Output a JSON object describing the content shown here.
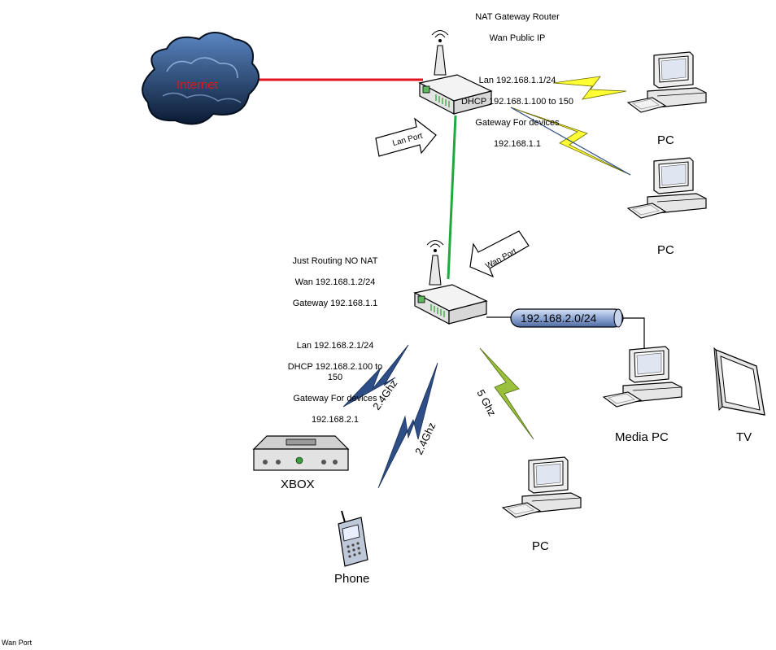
{
  "colors": {
    "internet_link": "#e0161e",
    "lan_link": "#1faa3d",
    "wifi_blue": "#2d4e86",
    "wifi_yellow": "#ffff33",
    "wifi_green": "#9abf3c",
    "subnet_pipe": "#8fa8d4"
  },
  "internet": {
    "label": "Internet",
    "icon": "cloud-icon"
  },
  "router1": {
    "title_lines": [
      "NAT Gateway Router",
      "Wan Public IP"
    ],
    "config_lines": [
      "Lan 192.168.1.1/24",
      "DHCP 192.168.1.100 to 150",
      "Gateway For devices",
      "192.168.1.1"
    ]
  },
  "router2": {
    "title_lines": [
      "Just Routing NO NAT",
      "Wan 192.168.1.2/24",
      "Gateway 192.168.1.1"
    ],
    "config_lines": [
      "Lan 192.168.2.1/24",
      "DHCP 192.168.2.100 to 150",
      "Gateway For devices",
      "192.168.2.1"
    ]
  },
  "arrows": {
    "lan_port": "Lan Port",
    "wan_port": "Wan Port"
  },
  "subnet": {
    "label": "192.168.2.0/24"
  },
  "wifi_labels": {
    "xbox_link": "2.4Ghz",
    "phone_link": "2.4Ghz",
    "pc_link": "5 Ghz"
  },
  "devices": {
    "pc_top": "PC",
    "pc_mid": "PC",
    "media_pc": "Media PC",
    "tv": "TV",
    "xbox": "XBOX",
    "phone": "Phone",
    "pc_bottom": "PC"
  },
  "footer_note": "Wan Port"
}
